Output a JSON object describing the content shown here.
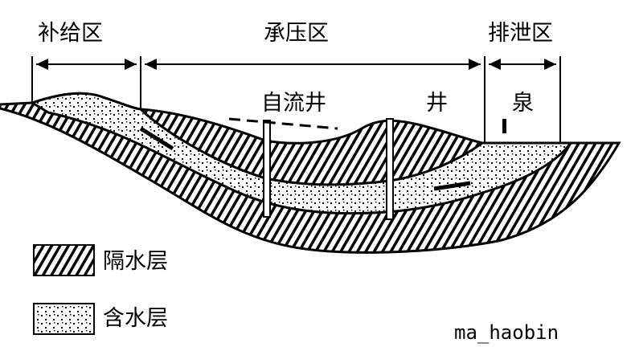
{
  "zones": {
    "recharge": "补给区",
    "confined": "承压区",
    "discharge": "排泄区"
  },
  "features": {
    "artesian_well": "自流井",
    "well": "井",
    "spring": "泉"
  },
  "legend": [
    {
      "label": "隔水层",
      "pattern": "hatched"
    },
    {
      "label": "含水层",
      "pattern": "dotted"
    }
  ],
  "watermark": "ma_haobin"
}
